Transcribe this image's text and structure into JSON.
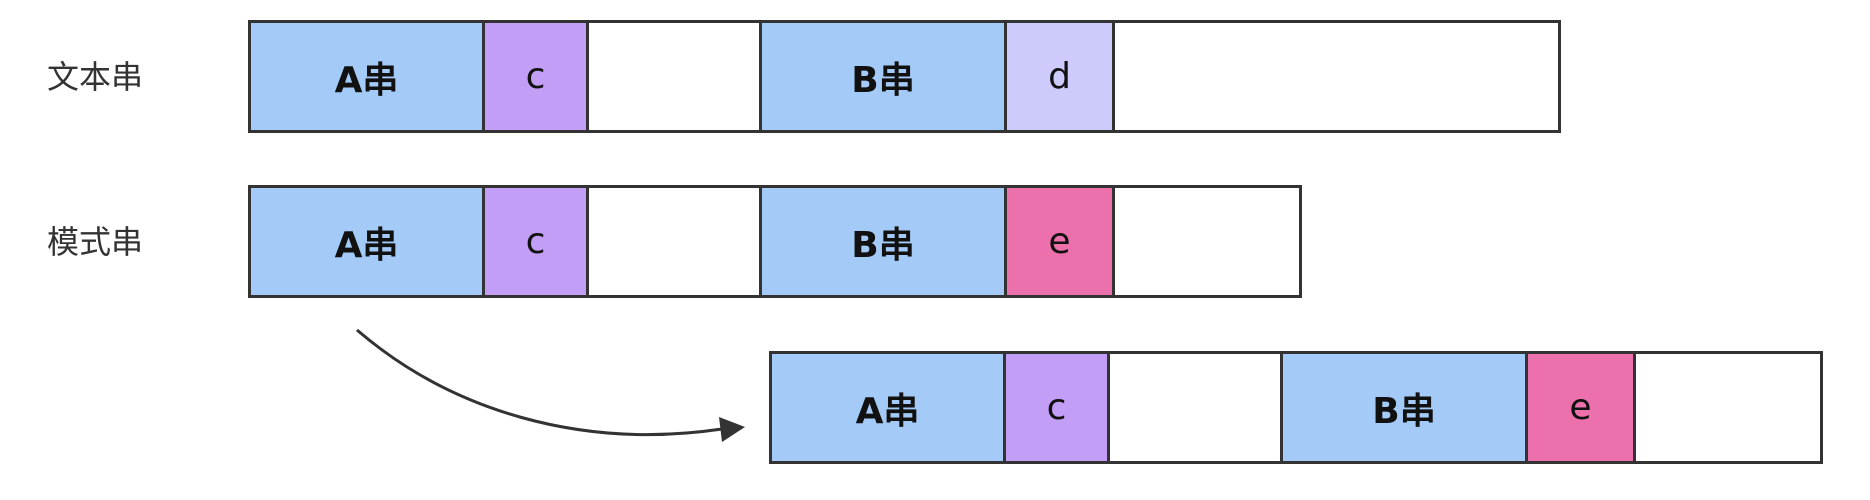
{
  "labels": {
    "text_string": "文本串",
    "pattern_string": "模式串"
  },
  "text_row": {
    "cells": [
      "A串",
      "c",
      "",
      "B串",
      "d",
      ""
    ]
  },
  "pattern_row": {
    "cells": [
      "A串",
      "c",
      "",
      "B串",
      "e",
      ""
    ]
  },
  "shifted_row": {
    "cells": [
      "A串",
      "c",
      "",
      "B串",
      "e",
      ""
    ]
  },
  "colors": {
    "blue": "#a4cbf8",
    "purple": "#c39ef7",
    "lavender": "#cccbfb",
    "pink": "#ec70ab",
    "border": "#333333"
  }
}
